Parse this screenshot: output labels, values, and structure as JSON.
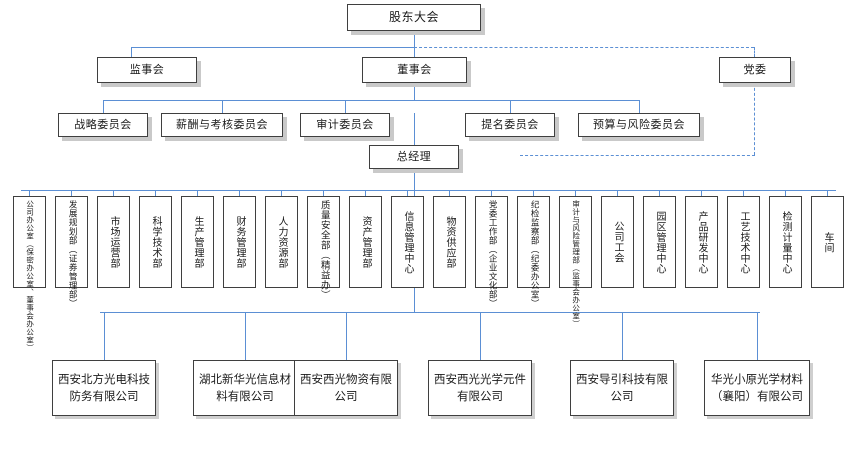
{
  "chart": {
    "title_node": {
      "label": "股东大会"
    },
    "level2": [
      {
        "name": "supervisory-board",
        "label": "监事会"
      },
      {
        "name": "board-of-directors",
        "label": "董事会"
      },
      {
        "name": "party-committee",
        "label": "党委"
      }
    ],
    "committees": [
      {
        "name": "strategy-committee",
        "label": "战略委员会"
      },
      {
        "name": "remuneration-committee",
        "label": "薪酬与考核委员会"
      },
      {
        "name": "audit-committee",
        "label": "审计委员会"
      },
      {
        "name": "nomination-committee",
        "label": "提名委员会"
      },
      {
        "name": "budget-risk-committee",
        "label": "预算与风险委员会"
      }
    ],
    "general_manager": {
      "label": "总经理"
    },
    "departments": [
      {
        "name": "company-office",
        "label": "公司办公室（保密办公室、董事会办公室）"
      },
      {
        "name": "development-planning",
        "label": "发展规划部（证券管理部）"
      },
      {
        "name": "market-operations",
        "label": "市场运营部"
      },
      {
        "name": "science-technology",
        "label": "科学技术部"
      },
      {
        "name": "production-management",
        "label": "生产管理部"
      },
      {
        "name": "finance-management",
        "label": "财务管理部"
      },
      {
        "name": "human-resources",
        "label": "人力资源部"
      },
      {
        "name": "quality-safety",
        "label": "质量安全部（精益办）"
      },
      {
        "name": "asset-management",
        "label": "资产管理部"
      },
      {
        "name": "information-center",
        "label": "信息管理中心"
      },
      {
        "name": "material-supply",
        "label": "物资供应部"
      },
      {
        "name": "party-work",
        "label": "党委工作部（企业文化部）"
      },
      {
        "name": "discipline-inspection",
        "label": "纪检监察部（纪委办公室）"
      },
      {
        "name": "audit-risk-management",
        "label": "审计与风险管理部（监事会办公室）"
      },
      {
        "name": "labor-union",
        "label": "公司工会"
      },
      {
        "name": "park-management-center",
        "label": "园区管理中心"
      },
      {
        "name": "product-rd-center",
        "label": "产品研发中心"
      },
      {
        "name": "process-technology-center",
        "label": "工艺技术中心"
      },
      {
        "name": "metrology-center",
        "label": "检测计量中心"
      },
      {
        "name": "workshop",
        "label": "车间"
      }
    ],
    "subsidiaries": [
      {
        "name": "xian-north-photoelectric",
        "label": "西安北方光电科技防务有限公司"
      },
      {
        "name": "hubei-xinhuaguang",
        "label": "湖北新华光信息材料有限公司"
      },
      {
        "name": "xian-xiguang-materials",
        "label": "西安西光物资有限公司"
      },
      {
        "name": "xian-xiguang-optical-parts",
        "label": "西安西光光学元件有限公司"
      },
      {
        "name": "xian-daoyin-technology",
        "label": "西安导引科技有限公司"
      },
      {
        "name": "huaguang-xiaoyuan",
        "label": "华光小原光学材料（襄阳）有限公司"
      }
    ],
    "colors": {
      "connector": "#5b8fd4",
      "box_border": "#3f3f3f",
      "shadow": "#c9c9c9",
      "background": "#ffffff"
    }
  }
}
